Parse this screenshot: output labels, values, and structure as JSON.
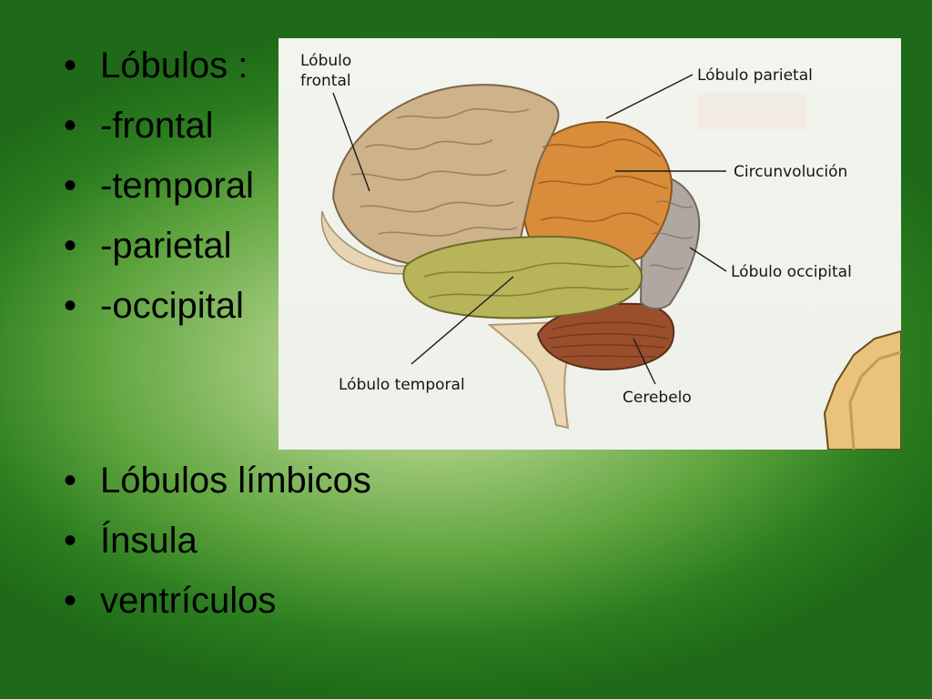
{
  "slide": {
    "bullets_top": [
      "Lóbulos :",
      "-frontal",
      "-temporal",
      "-parietal",
      "-occipital"
    ],
    "bullets_bottom": [
      "Lóbulos límbicos",
      "Ínsula",
      "ventrículos"
    ]
  },
  "figure": {
    "labels": {
      "frontal_line1": "Lóbulo",
      "frontal_line2": "frontal",
      "parietal": "Lóbulo parietal",
      "circunvolucion": "Circunvolución",
      "occipital": "Lóbulo occipital",
      "temporal": "Lóbulo temporal",
      "cerebelo": "Cerebelo"
    },
    "colors": {
      "frontal": "#cdb28a",
      "parietal": "#d98c3a",
      "occipital": "#b0a8a0",
      "temporal": "#b8b45a",
      "cerebelo": "#9a4e2c",
      "tronco": "#e8d7b2"
    }
  }
}
